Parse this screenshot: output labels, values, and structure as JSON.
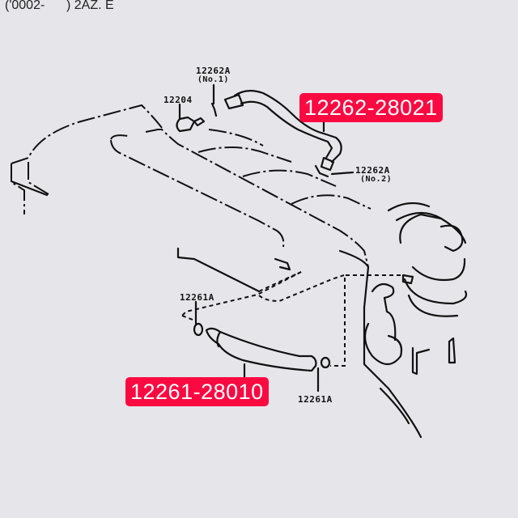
{
  "header": {
    "text": "('0002-      ) 2AZ. E"
  },
  "diagram": {
    "labels": [
      {
        "id": "12262A-no1",
        "code": "12262A",
        "sub": "(No.1)"
      },
      {
        "id": "12204",
        "code": "12204"
      },
      {
        "id": "12262A-no2",
        "code": "12262A",
        "sub": "(No.2)"
      },
      {
        "id": "12261A-upper",
        "code": "12261A"
      },
      {
        "id": "12261A-lower",
        "code": "12261A"
      }
    ],
    "callouts": [
      {
        "id": "hose-upper",
        "part_number": "12262-28021",
        "color": "#fb0a42"
      },
      {
        "id": "hose-lower",
        "part_number": "12261-28010",
        "color": "#fb0a42"
      }
    ]
  }
}
